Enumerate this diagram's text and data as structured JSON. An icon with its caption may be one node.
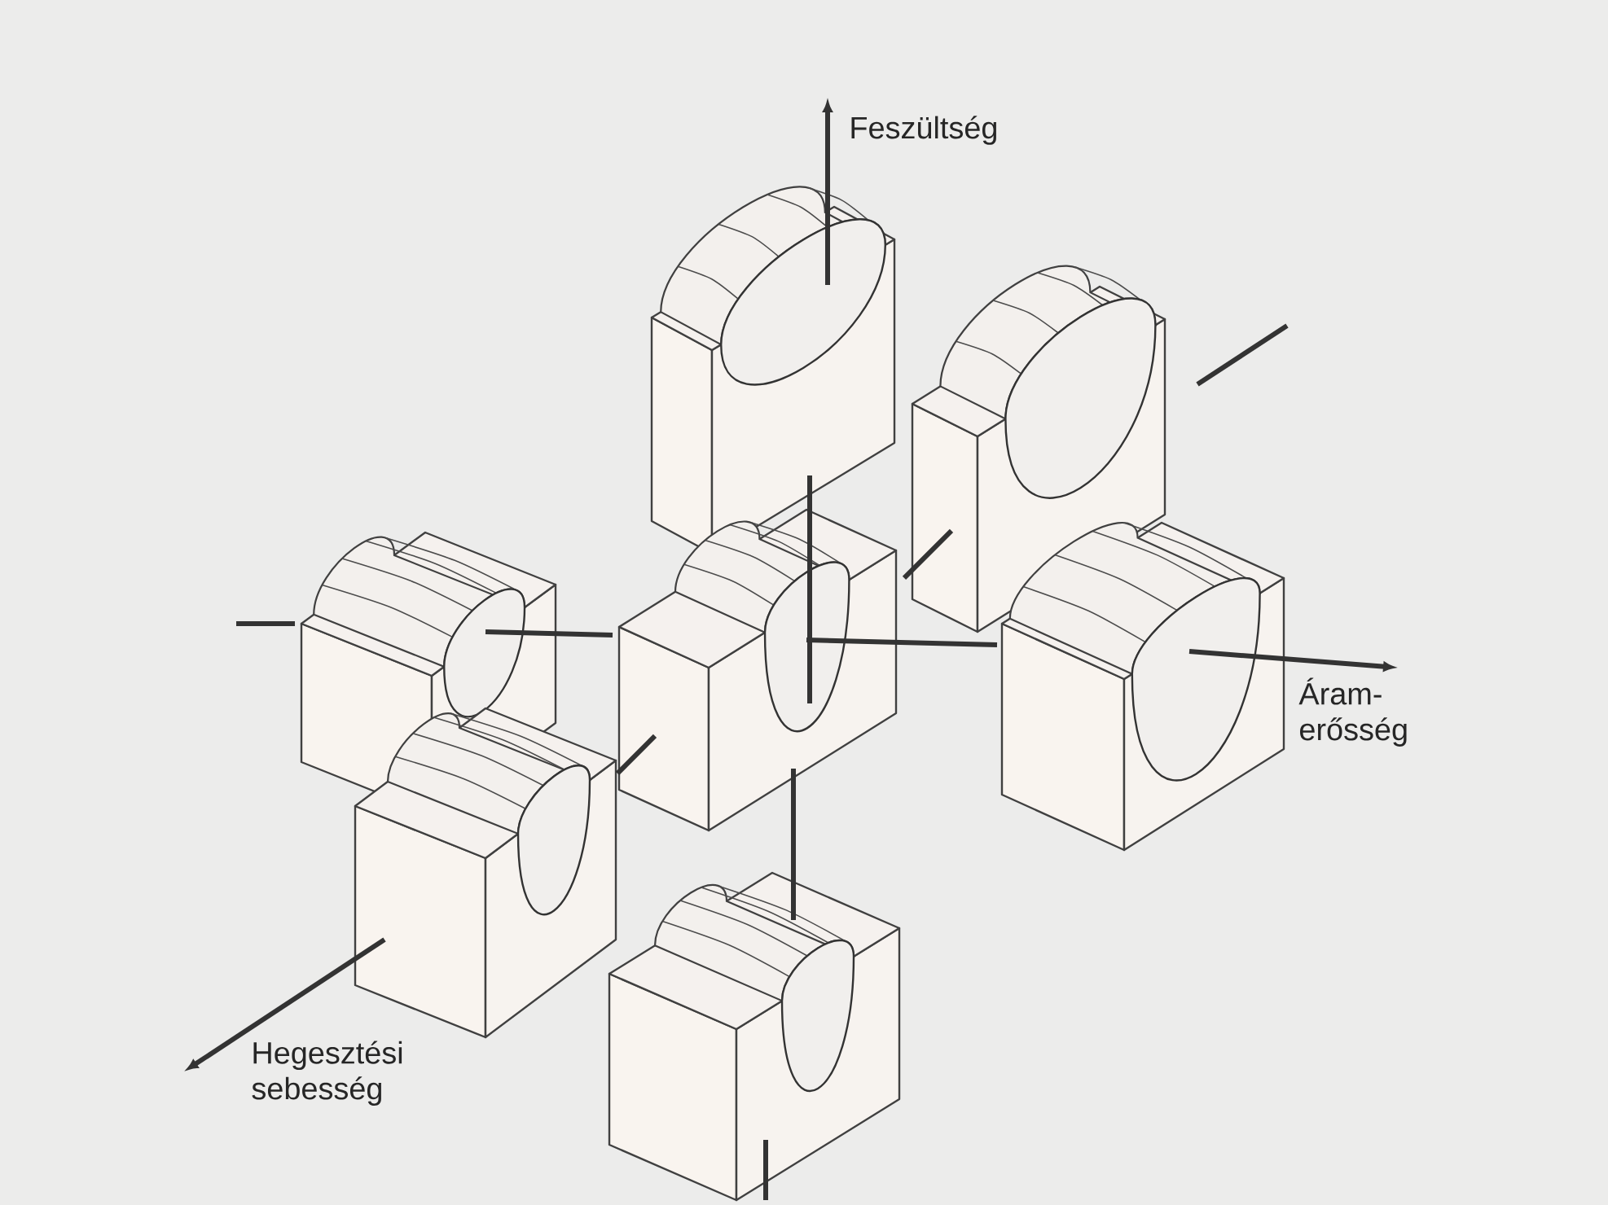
{
  "diagram": {
    "labels": [
      "Feszültség",
      "Áram- erősség",
      "Hegesztési sebesség"
    ]
  }
}
